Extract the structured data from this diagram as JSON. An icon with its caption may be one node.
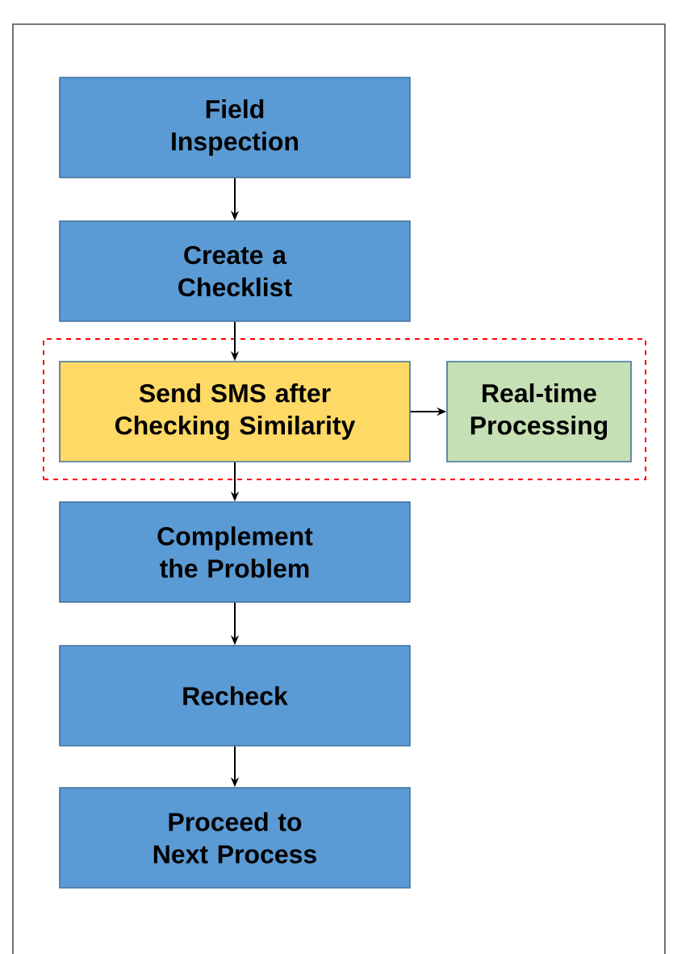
{
  "diagram": {
    "nodes": [
      {
        "text": [
          "Field Inspection"
        ]
      },
      {
        "text": [
          "Create a Checklist"
        ]
      },
      {
        "text": [],
        "shape": "box"
      },
      {
        "text": [
          "Send SMS after Checking Similarity"
        ],
        "in": 2
      },
      {
        "text": [
          "Real-time Processing"
        ],
        "in": 2
      },
      {
        "text": [
          "Complement the Problem"
        ]
      },
      {
        "text": [
          "Recheck"
        ]
      },
      {
        "text": [
          "Proceed to Next Process"
        ]
      }
    ],
    "edges": [
      {
        "from": 0,
        "to": 1,
        "arrow": "to"
      },
      {
        "from": 1,
        "to": 3,
        "arrow": "to"
      },
      {
        "from": 3,
        "to": 4,
        "arrow": "to"
      },
      {
        "from": 3,
        "to": 5,
        "arrow": "to"
      },
      {
        "from": 5,
        "to": 6,
        "arrow": "to"
      },
      {
        "from": 6,
        "to": 7,
        "arrow": "to"
      }
    ]
  }
}
